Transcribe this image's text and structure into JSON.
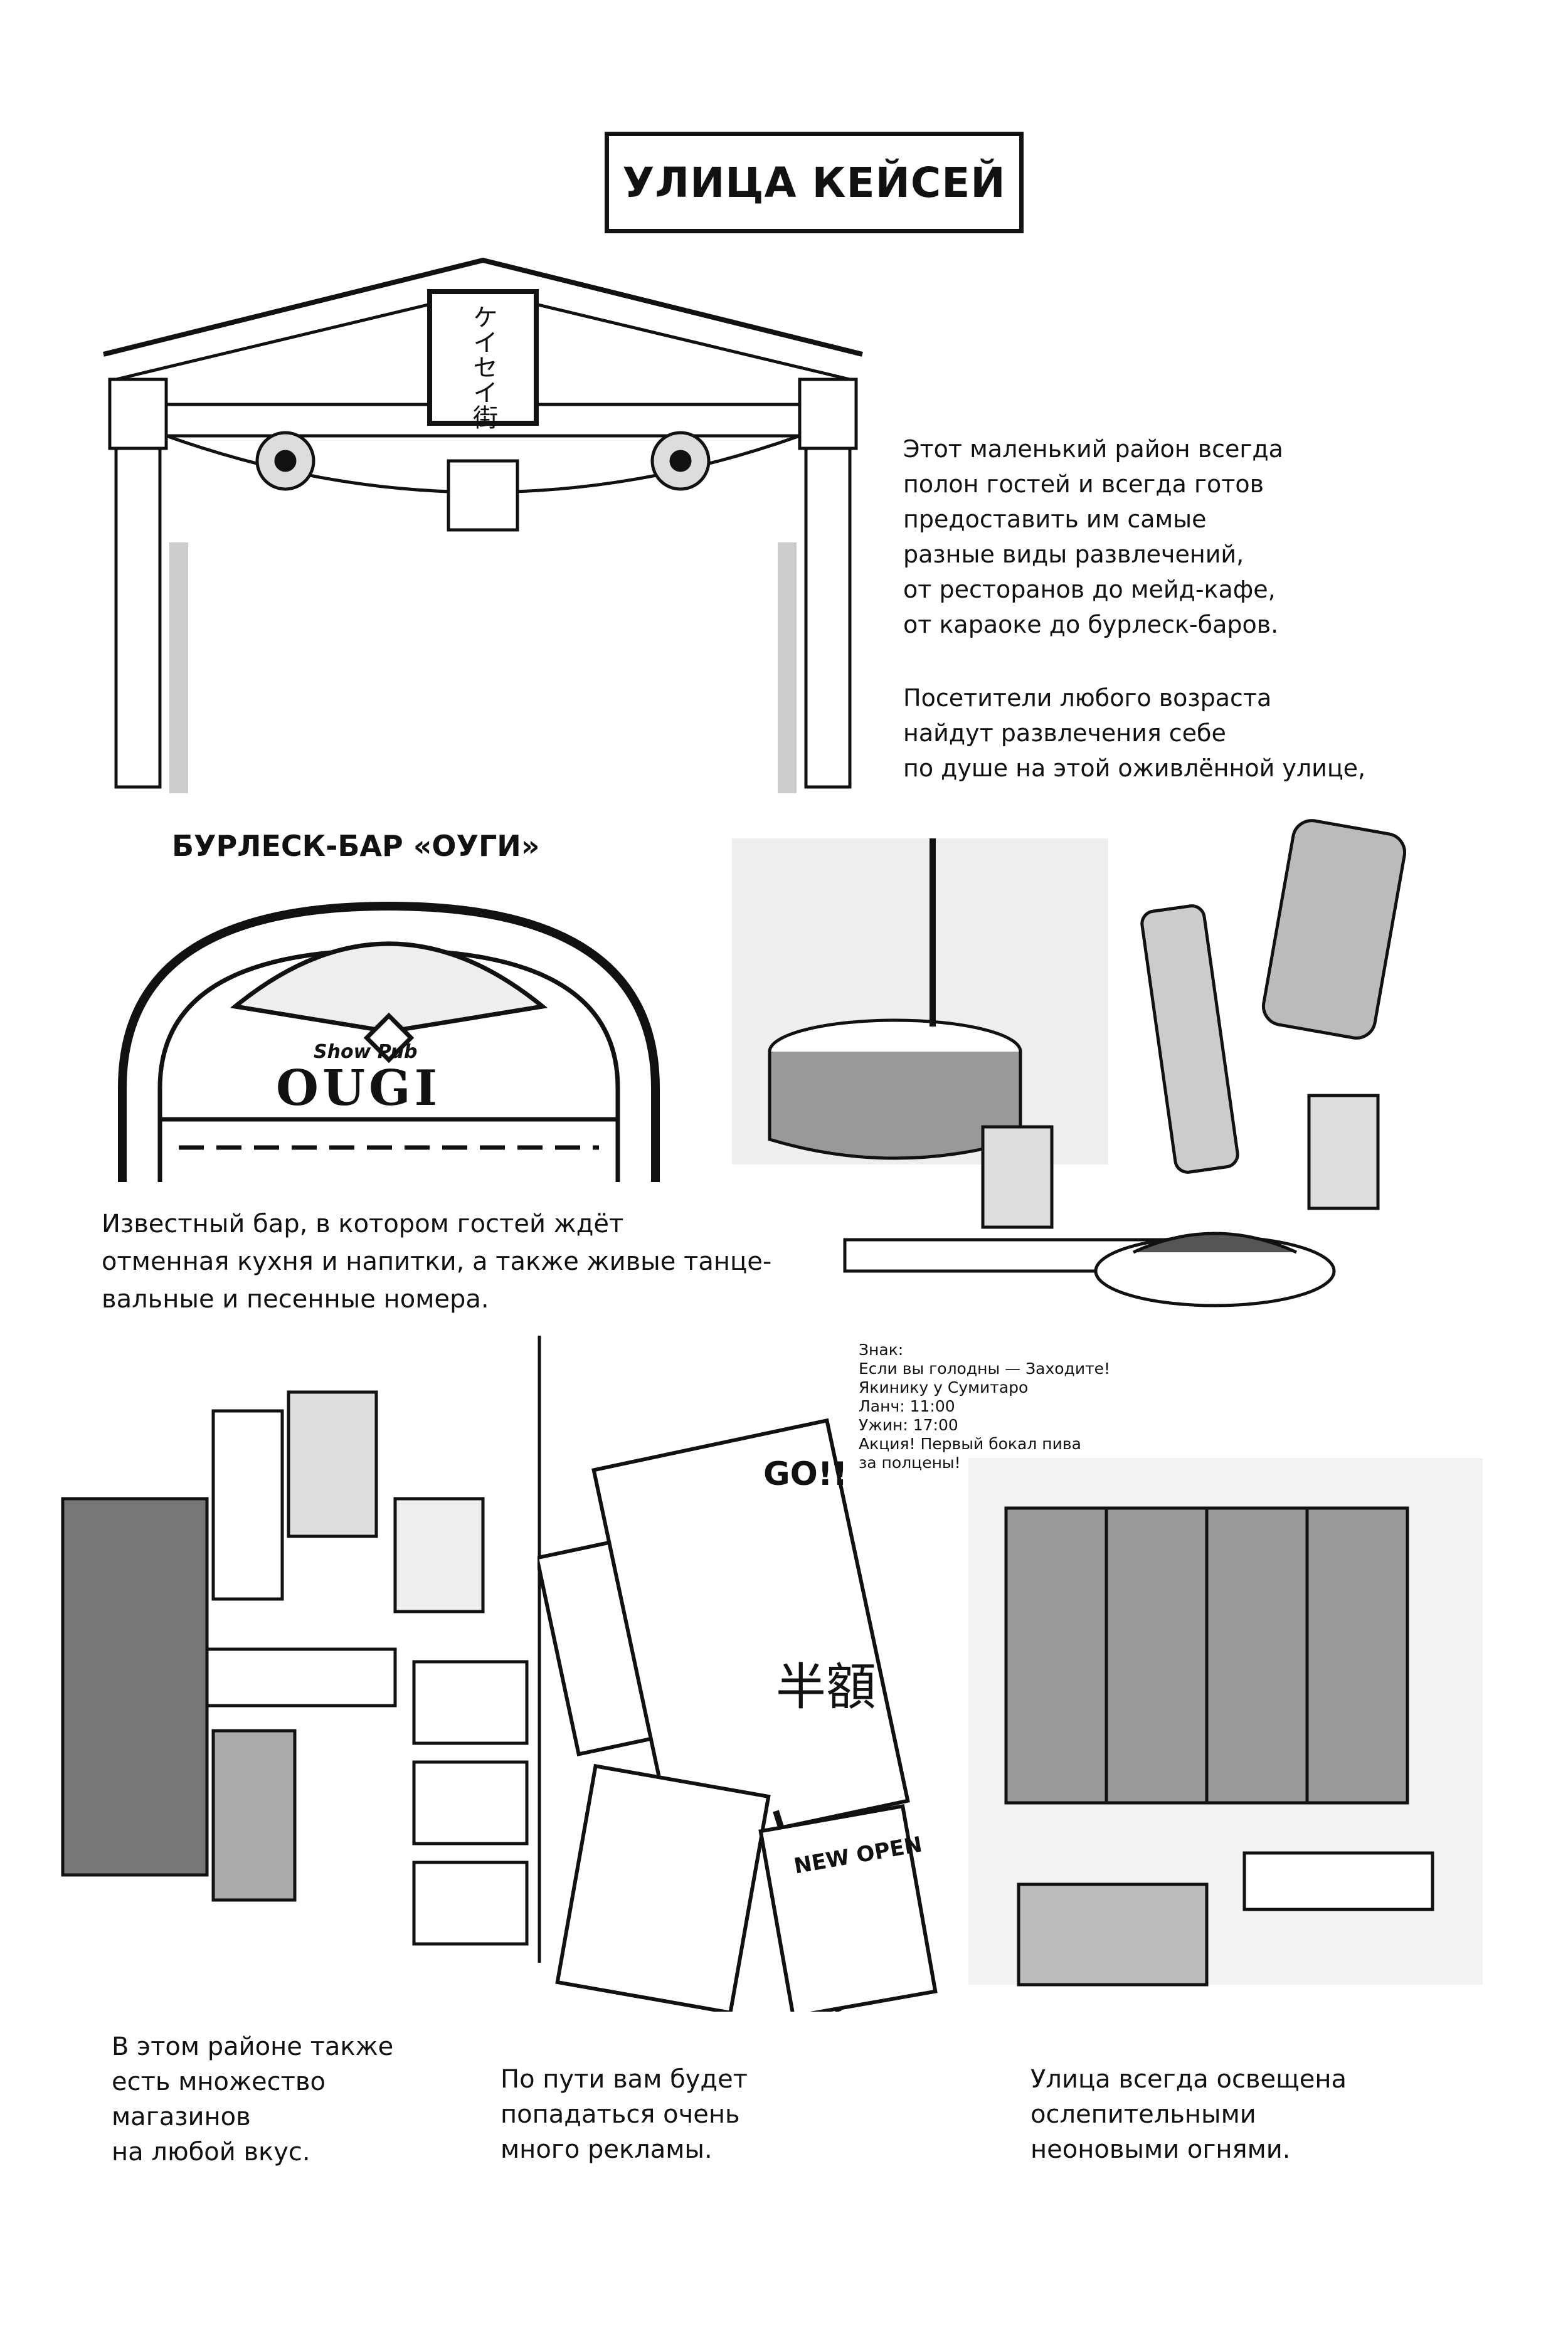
{
  "page_title": "УЛИЦА КЕЙСЕЙ",
  "intro": {
    "paragraph1": "Этот маленький район всегда\nполон гостей и всегда готов\nпредоставить им самые\nразные виды развлечений,\nот ресторанов до мейд-кафе,\nот караоке до бурлеск-баров.",
    "paragraph2": "Посетители любого возраста\nнайдут развлечения себе\nпо душе на этой оживлённой улице,"
  },
  "gate": {
    "sign_text": "ケイセイ街"
  },
  "bar": {
    "heading": "БУРЛЕСК-БАР «ОУГИ»",
    "sign_small": "Show Pub",
    "sign_large": "OUGI",
    "description": "Известный бар, в котором гостей ждёт\nотменная кухня и напитки, а также живые танце-\nвальные и песенные номера."
  },
  "sign_translation": "Знак:\nЕсли вы голодны — Заходите!\nЯкинику у Сумитаро\nЛанч: 11:00\nУжин: 17:00\nАкция! Первый бокал пива\nза полцены!",
  "flyers": {
    "main_sign_go": "GO!!",
    "new_open": "NEW OPEN",
    "half_price": "半額"
  },
  "captions": {
    "shops": "В этом районе также\nесть множество\nмагазинов\nна любой вкус.",
    "ads": "По пути вам будет\nпопадаться очень\nмного рекламы.",
    "neon": "Улица всегда освещена\nослепительными\nнеоновыми огнями."
  }
}
